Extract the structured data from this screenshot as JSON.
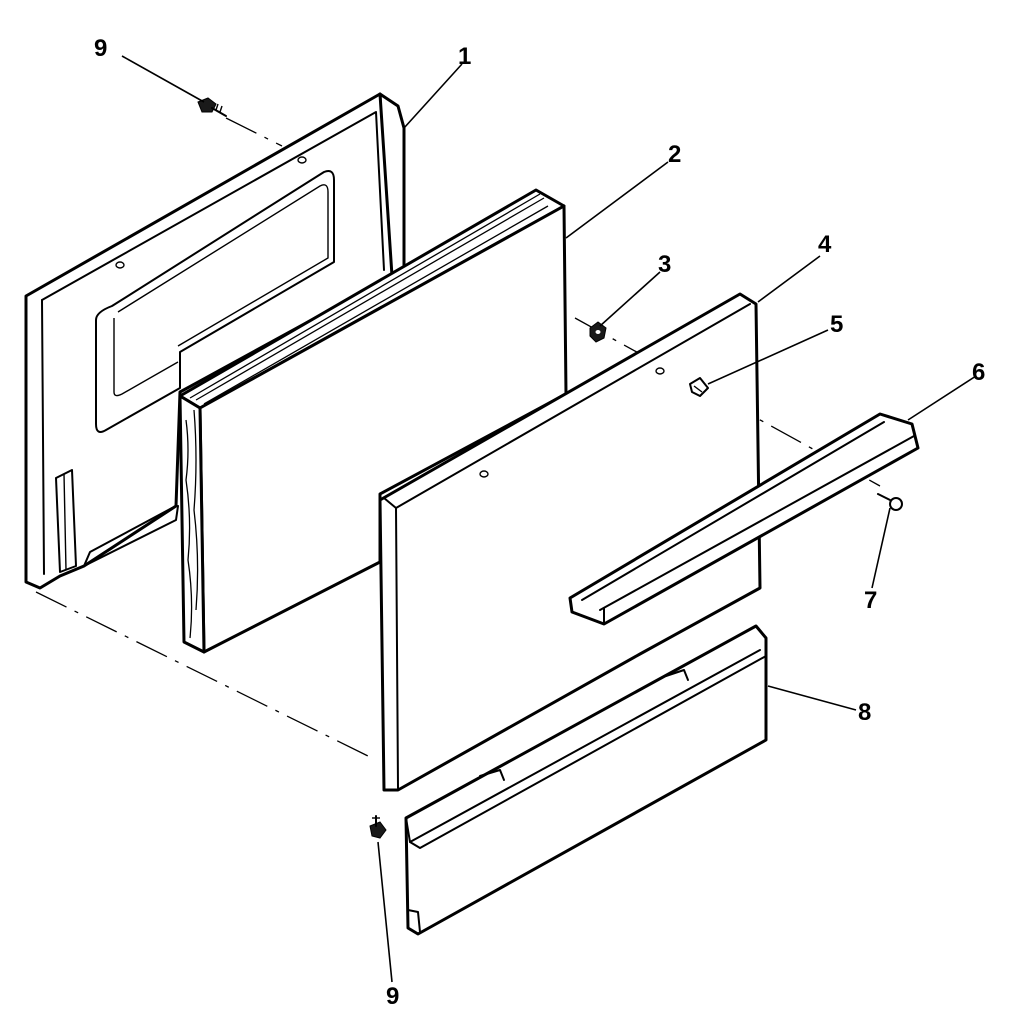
{
  "callouts": [
    {
      "id": "c9a",
      "label": "9"
    },
    {
      "id": "c1",
      "label": "1"
    },
    {
      "id": "c2",
      "label": "2"
    },
    {
      "id": "c3",
      "label": "3"
    },
    {
      "id": "c4",
      "label": "4"
    },
    {
      "id": "c5",
      "label": "5"
    },
    {
      "id": "c6",
      "label": "6"
    },
    {
      "id": "c7",
      "label": "7"
    },
    {
      "id": "c8",
      "label": "8"
    },
    {
      "id": "c9b",
      "label": "9"
    }
  ]
}
